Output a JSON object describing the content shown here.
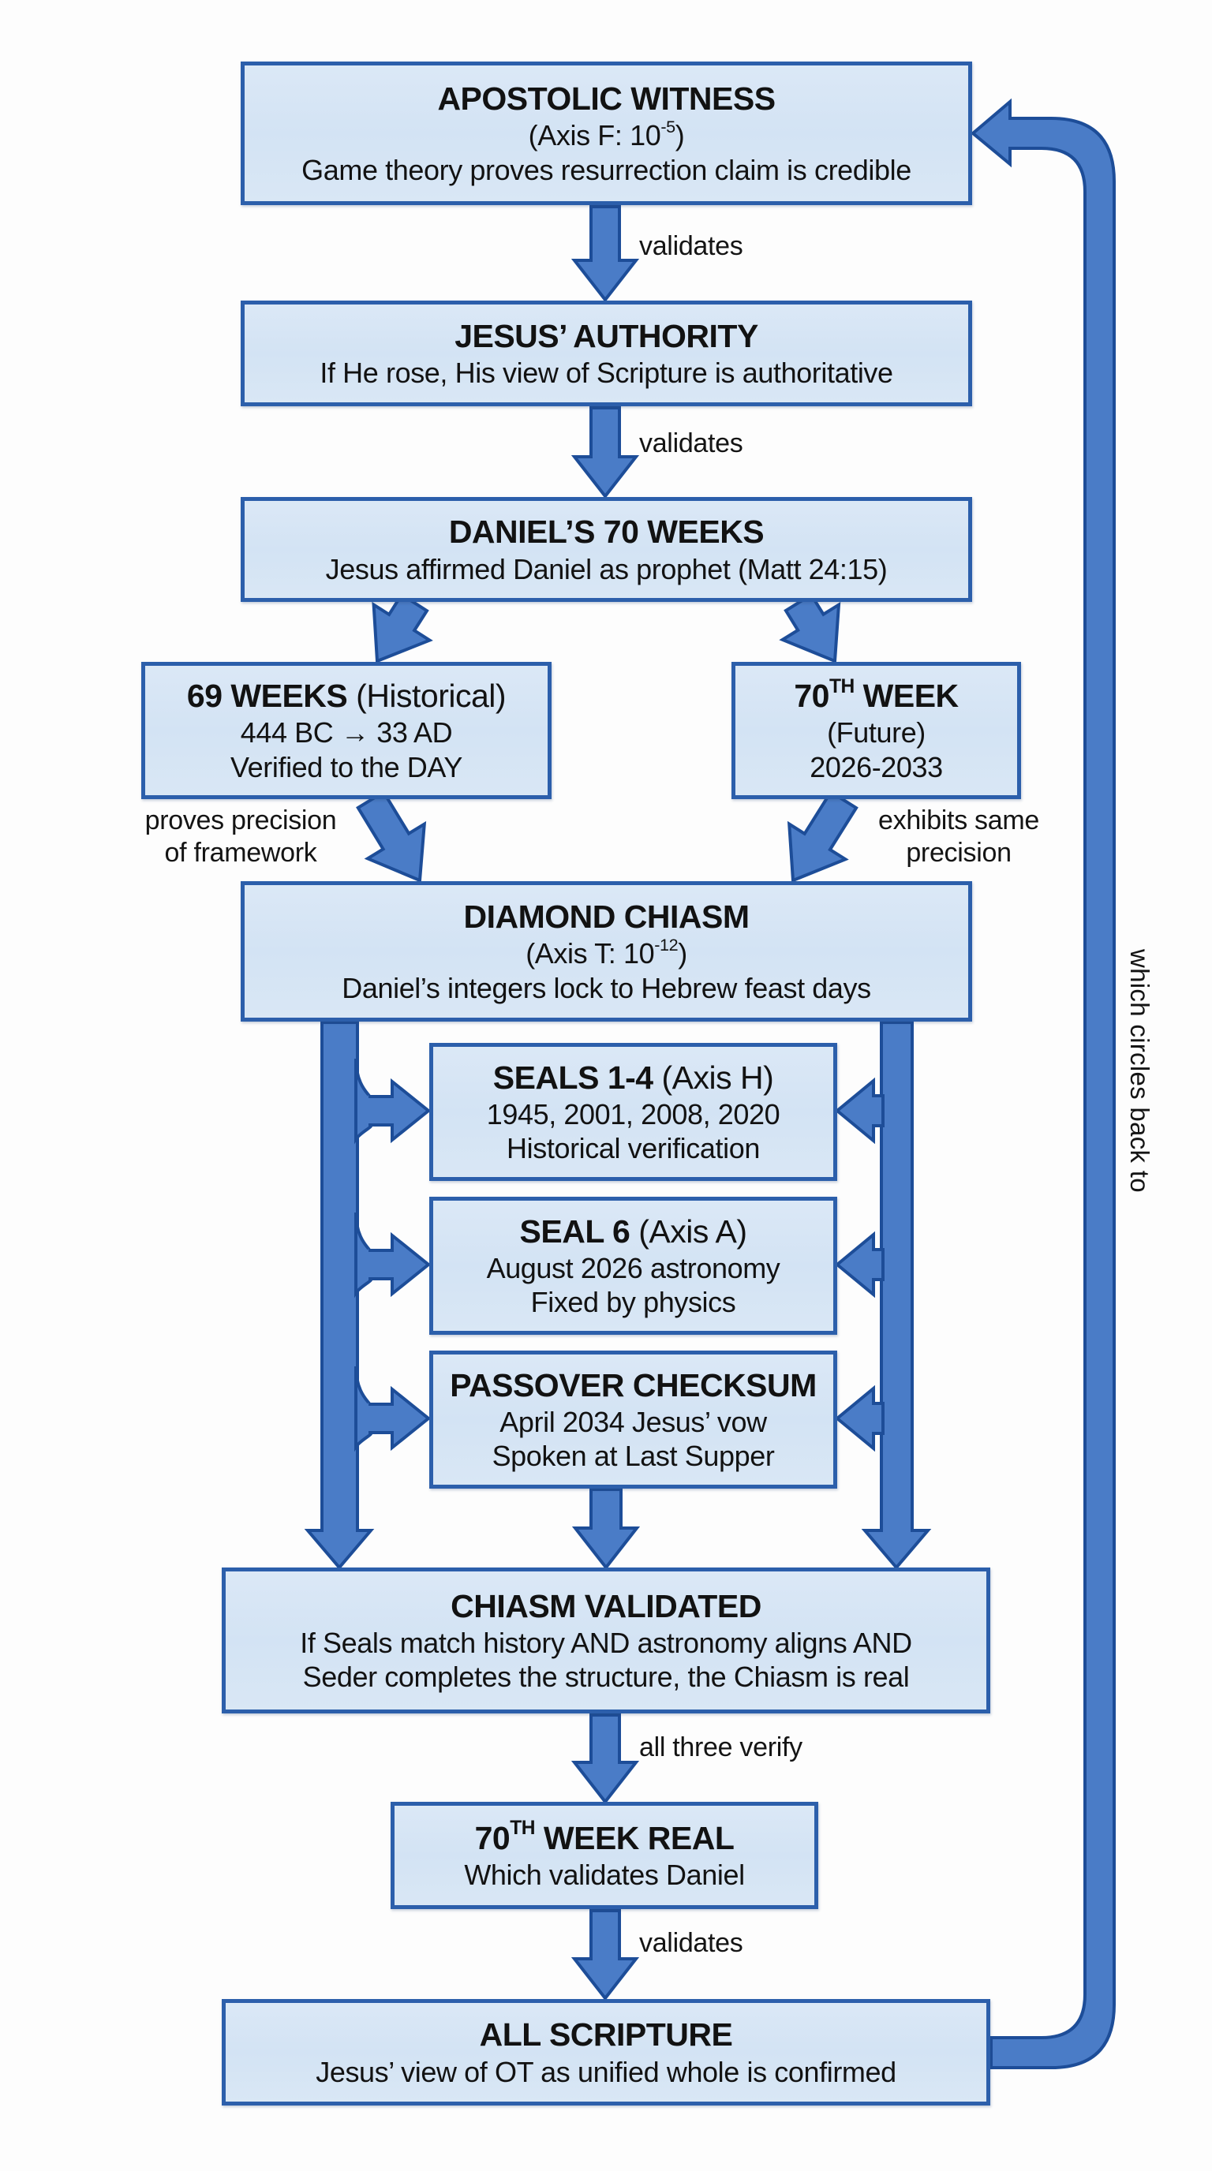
{
  "colors": {
    "box_fill": "#d6e6f5",
    "box_border": "#2c5fab",
    "arrow_fill": "#4a7cc7",
    "arrow_stroke": "#1d4d98",
    "text": "#121212"
  },
  "nodes": {
    "apostolic_witness": {
      "title": "APOSTOLIC WITNESS",
      "axis_prefix": "(Axis F: 10",
      "axis_exp": "-5",
      "axis_suffix": ")",
      "line": "Game theory proves resurrection claim is credible"
    },
    "jesus_authority": {
      "title": "JESUS’ AUTHORITY",
      "line": "If He rose, His view of Scripture is authoritative"
    },
    "daniels_70_weeks": {
      "title": "DANIEL’S 70 WEEKS",
      "line": "Jesus affirmed Daniel as prophet (Matt 24:15)"
    },
    "sixty_nine_weeks": {
      "title": "69 WEEKS",
      "title_paren": "(Historical)",
      "line1": "444 BC → 33 AD",
      "line2": "Verified to the DAY"
    },
    "seventieth_week": {
      "title_num": "70",
      "title_sup": "TH",
      "title_rest": "WEEK",
      "line1": "(Future)",
      "line2": "2026-2033"
    },
    "diamond_chiasm": {
      "title": "DIAMOND CHIASM",
      "axis_prefix": "(Axis T: 10",
      "axis_exp": "-12",
      "axis_suffix": ")",
      "line": "Daniel’s integers lock to Hebrew feast days"
    },
    "seals_1_4": {
      "title": "SEALS 1-4",
      "title_paren": "(Axis H)",
      "line1": "1945, 2001, 2008, 2020",
      "line2": "Historical verification"
    },
    "seal_6": {
      "title": "SEAL 6",
      "title_paren": "(Axis A)",
      "line1": "August 2026 astronomy",
      "line2": "Fixed by physics"
    },
    "passover_checksum": {
      "title": "PASSOVER CHECKSUM",
      "line1": "April 2034 Jesus’ vow",
      "line2": "Spoken at Last Supper"
    },
    "chiasm_validated": {
      "title": "CHIASM VALIDATED",
      "line1": "If Seals match history AND astronomy aligns AND",
      "line2": "Seder completes the structure, the Chiasm is real"
    },
    "seventieth_week_real": {
      "title_num": "70",
      "title_sup": "TH",
      "title_rest": "WEEK REAL",
      "line": "Which validates Daniel"
    },
    "all_scripture": {
      "title": "ALL SCRIPTURE",
      "line": "Jesus’ view of OT as unified whole is confirmed"
    }
  },
  "edge_labels": {
    "witness_to_authority": "validates",
    "authority_to_daniel": "validates",
    "sixty_nine_to_chiasm_line1": "proves precision",
    "sixty_nine_to_chiasm_line2": "of framework",
    "seventieth_to_chiasm_line1": "exhibits same",
    "seventieth_to_chiasm_line2": "precision",
    "validated_to_real": "all three verify",
    "real_to_scripture": "validates",
    "loop_back": "which circles back to"
  }
}
